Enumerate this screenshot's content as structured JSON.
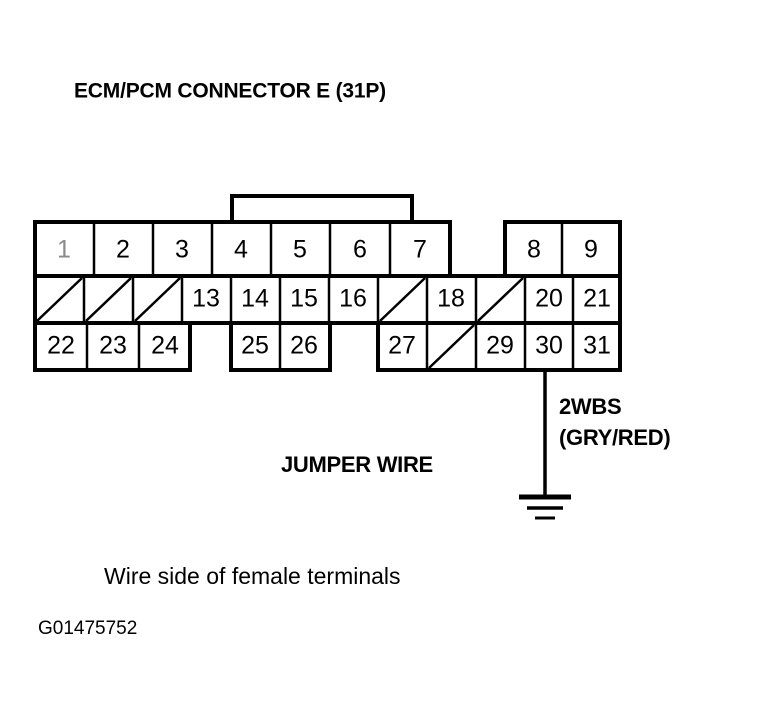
{
  "title": "ECM/PCM CONNECTOR E (31P)",
  "figure_id": "G01475752",
  "caption": "Wire side of female terminals",
  "colors": {
    "ink": "#000000",
    "background": "#ffffff",
    "faint_ink": "#8a8a8a"
  },
  "annotations": {
    "wire_code": "2WBS",
    "wire_color": "(GRY/RED)",
    "jumper_label": "JUMPER WIRE"
  },
  "connector": {
    "name": "ECM/PCM CONNECTOR E",
    "pin_count": "31P",
    "rows": [
      {
        "row_index": 1,
        "cells": [
          {
            "pin": "1",
            "state": "numbered",
            "faint": true
          },
          {
            "pin": "2",
            "state": "numbered",
            "faint": false
          },
          {
            "pin": "3",
            "state": "numbered",
            "faint": false
          },
          {
            "pin": "4",
            "state": "numbered",
            "faint": false
          },
          {
            "pin": "5",
            "state": "numbered",
            "faint": false
          },
          {
            "pin": "6",
            "state": "numbered",
            "faint": false
          },
          {
            "pin": "7",
            "state": "numbered",
            "faint": false
          },
          {
            "pin": "",
            "state": "absent",
            "faint": false
          },
          {
            "pin": "8",
            "state": "numbered",
            "faint": false
          },
          {
            "pin": "9",
            "state": "numbered",
            "faint": false
          }
        ]
      },
      {
        "row_index": 2,
        "cells": [
          {
            "pin": "",
            "state": "blanked",
            "faint": false
          },
          {
            "pin": "",
            "state": "blanked",
            "faint": false
          },
          {
            "pin": "",
            "state": "blanked",
            "faint": false
          },
          {
            "pin": "13",
            "state": "numbered",
            "faint": false
          },
          {
            "pin": "14",
            "state": "numbered",
            "faint": false
          },
          {
            "pin": "15",
            "state": "numbered",
            "faint": false
          },
          {
            "pin": "16",
            "state": "numbered",
            "faint": false
          },
          {
            "pin": "",
            "state": "blanked",
            "faint": false
          },
          {
            "pin": "18",
            "state": "numbered",
            "faint": false
          },
          {
            "pin": "",
            "state": "blanked",
            "faint": false
          },
          {
            "pin": "20",
            "state": "numbered",
            "faint": false
          },
          {
            "pin": "21",
            "state": "numbered",
            "faint": false
          }
        ]
      },
      {
        "row_index": 3,
        "cells": [
          {
            "pin": "22",
            "state": "numbered",
            "faint": false
          },
          {
            "pin": "23",
            "state": "numbered",
            "faint": false
          },
          {
            "pin": "24",
            "state": "numbered",
            "faint": false
          },
          {
            "pin": "",
            "state": "absent",
            "faint": false
          },
          {
            "pin": "25",
            "state": "numbered",
            "faint": false
          },
          {
            "pin": "26",
            "state": "numbered",
            "faint": false
          },
          {
            "pin": "",
            "state": "absent",
            "faint": false
          },
          {
            "pin": "27",
            "state": "numbered",
            "faint": false
          },
          {
            "pin": "",
            "state": "blanked",
            "faint": false
          },
          {
            "pin": "29",
            "state": "numbered",
            "faint": false
          },
          {
            "pin": "30",
            "state": "numbered",
            "faint": false
          },
          {
            "pin": "31",
            "state": "numbered",
            "faint": false
          }
        ]
      }
    ],
    "wire_attached_pin": "30"
  }
}
